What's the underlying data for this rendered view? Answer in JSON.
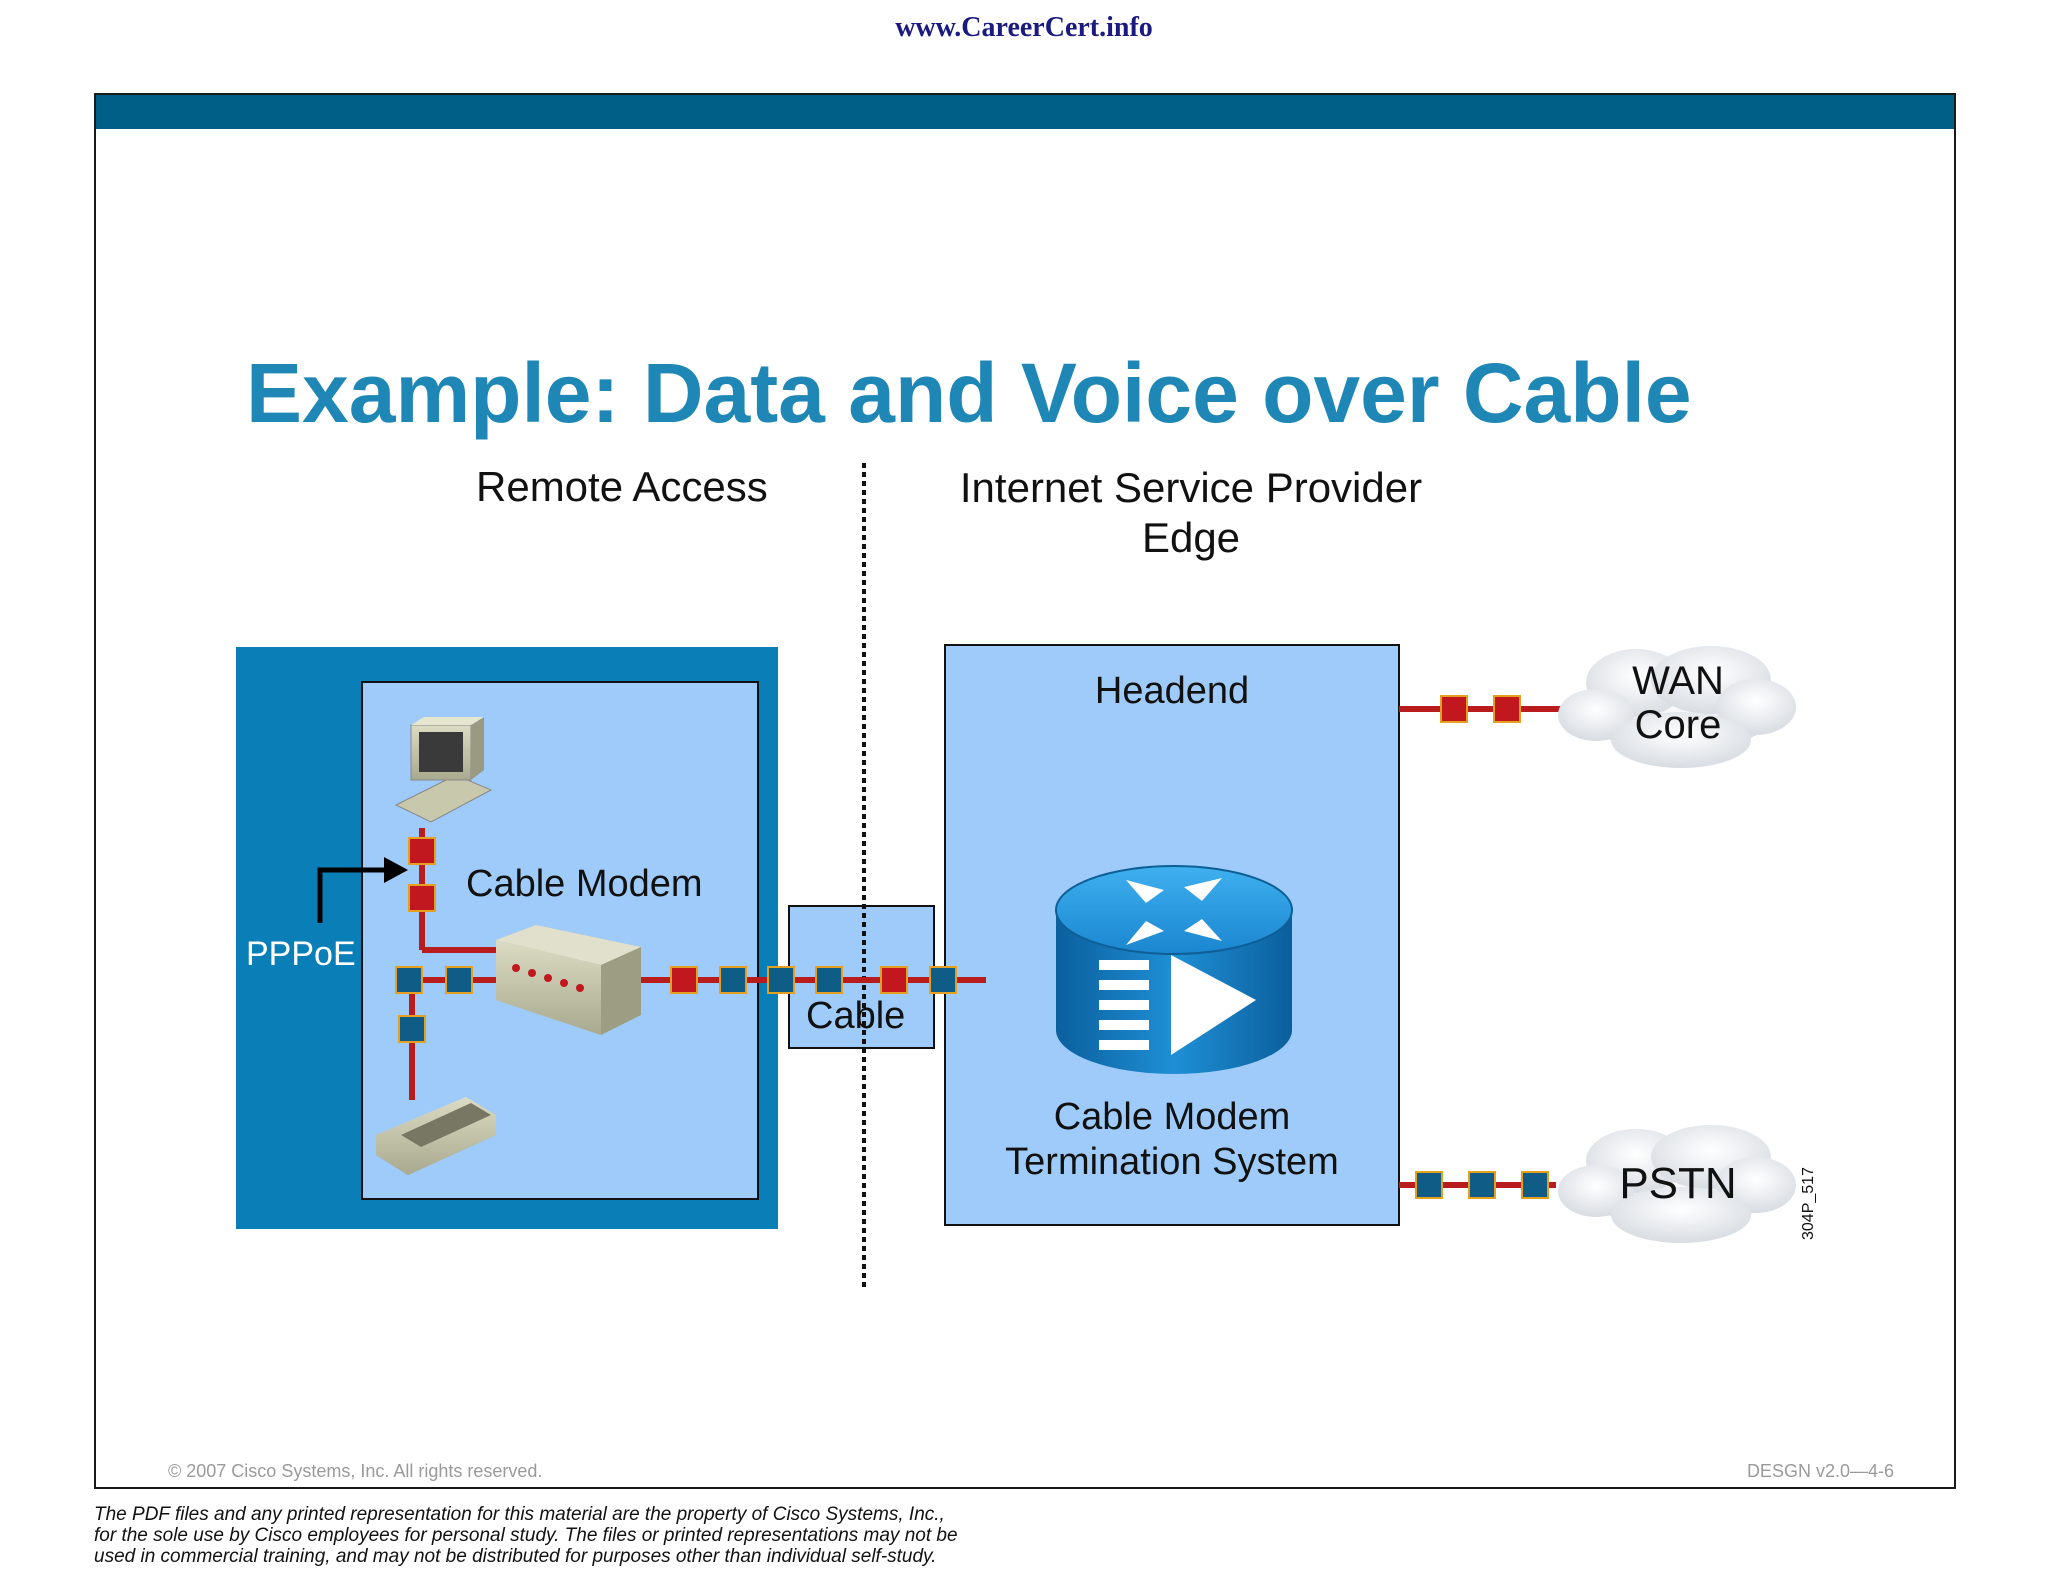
{
  "header": {
    "url": "www.CareerCert.info"
  },
  "slide": {
    "title": "Example: Data and Voice over Cable",
    "copyright": "© 2007 Cisco Systems, Inc. All rights reserved.",
    "slide_id": "DESGN v2.0—4-6"
  },
  "diagram": {
    "remote_access_label": "Remote Access",
    "isp_edge_label_line1": "Internet Service Provider",
    "isp_edge_label_line2": "Edge",
    "cable_modem_label": "Cable Modem",
    "pppoe_label": "PPPoE",
    "cable_label": "Cable",
    "headend_label": "Headend",
    "cmts_label_line1": "Cable Modem",
    "cmts_label_line2": "Termination System",
    "wan_core_line1": "WAN",
    "wan_core_line2": "Core",
    "pstn_label": "PSTN",
    "figure_code": "304P_517",
    "colors": {
      "remote_outer": "#0a7fb7",
      "inner_box": "#9ecbf9",
      "data_packet": "#c0181e",
      "voice_packet": "#0f5c86",
      "link_line": "#b81c1c",
      "title": "#1e87b5"
    }
  },
  "footer": {
    "disclaimer_line1": "The PDF files and any printed representation for this material are the property of Cisco Systems, Inc.,",
    "disclaimer_line2": "for the sole use by Cisco employees for personal study. The files or printed representations may not be",
    "disclaimer_line3": "used in commercial training, and may not be distributed for purposes other than individual self-study."
  }
}
